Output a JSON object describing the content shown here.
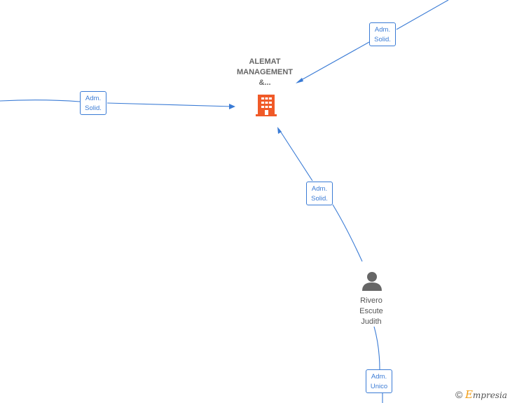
{
  "company": {
    "name_lines": [
      "ALEMAT",
      "MANAGEMENT",
      "&..."
    ],
    "icon": "building-icon",
    "icon_color": "#f05a28"
  },
  "person": {
    "name_lines": [
      "Rivero",
      "Escute",
      "Judith"
    ],
    "icon": "person-icon",
    "icon_color": "#666666"
  },
  "edges": [
    {
      "id": "top-right",
      "label_lines": [
        "Adm.",
        "Solid."
      ]
    },
    {
      "id": "left",
      "label_lines": [
        "Adm.",
        "Solid."
      ]
    },
    {
      "id": "person-to-company",
      "label_lines": [
        "Adm.",
        "Solid."
      ]
    },
    {
      "id": "bottom",
      "label_lines": [
        "Adm.",
        "Unico"
      ]
    }
  ],
  "watermark": {
    "copyright": "©",
    "brand_initial": "E",
    "brand_rest": "mpresia"
  },
  "edge_color": "#3a7bd5"
}
